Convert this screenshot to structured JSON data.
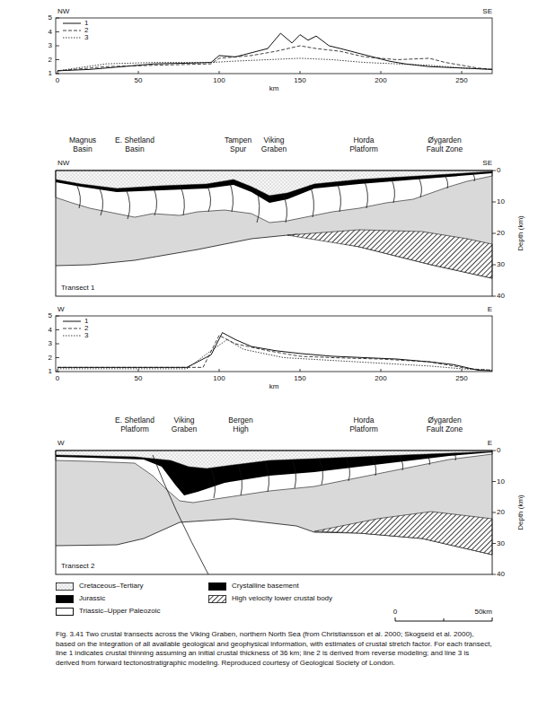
{
  "diagram": {
    "caption": "Fig. 3.41 Two crustal transects across the Viking Graben, northern North Sea (from Christiansson et al. 2000; Skogseid et al. 2000), based on the integration of all available geological and geophysical information, with estimates of crustal stretch factor. For each transect, line 1 indicates crustal thinning assuming an initial crustal thickness of 36 km; line 2 is derived from reverse modeling; and line 3 is derived from forward tectonostratigraphic modeling. Reproduced courtesy of Geological Society of London.",
    "labels": [
      "NW",
      "SE",
      "5",
      "4",
      "3",
      "2",
      "1",
      "0",
      "50",
      "100",
      "150",
      "200",
      "250",
      "km",
      "NW",
      "Magnus Basin",
      "E. Shetland Basin",
      "Tampen Spur",
      "Viking Graben",
      "Horda Platform",
      "Øygarden Fault Zone",
      "SE",
      "0",
      "10",
      "20",
      "30",
      "40",
      "Depth (km)",
      "Transect 1",
      "W",
      "E",
      "5",
      "4",
      "3",
      "2",
      "1",
      "0",
      "50",
      "100",
      "150",
      "200",
      "250",
      "km",
      "W",
      "E. Shetland Platform",
      "Viking Graben",
      "Bergen High",
      "Horda Platform",
      "Øygarden Fault Zone",
      "E",
      "0",
      "10",
      "20",
      "30",
      "40",
      "Depth (km)",
      "Transect 2",
      "0",
      "50km"
    ],
    "legend": [
      {
        "text": "1"
      },
      {
        "text": "2"
      },
      {
        "text": "3"
      },
      {
        "text": "1"
      },
      {
        "text": "2"
      },
      {
        "text": "3"
      },
      {
        "text": "Cretaceous–Tertiary"
      },
      {
        "text": "Jurassic",
        "color": "#000000"
      },
      {
        "text": "Triassic–Upper Paleozoic",
        "color": "#ffffff"
      },
      {
        "text": "Crystalline basement",
        "color": "#000000"
      },
      {
        "text": "High velocity lower crustal body"
      }
    ]
  }
}
